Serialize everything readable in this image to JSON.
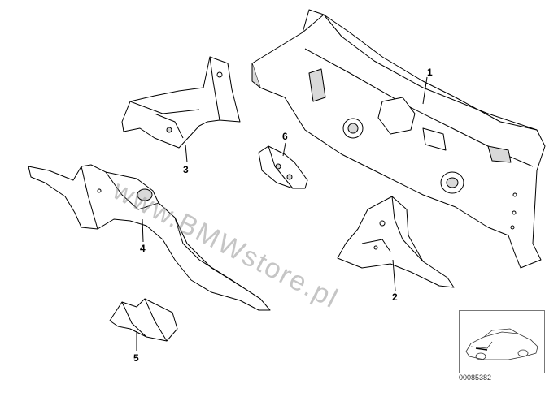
{
  "callouts": {
    "c1": "1",
    "c2": "2",
    "c3": "3",
    "c4": "4",
    "c5": "5",
    "c6": "6"
  },
  "watermark": "www.BMWstore.pl",
  "catalog_number": "00085382",
  "colors": {
    "line": "#000000",
    "fill": "#ffffff",
    "shade": "#d9d9d9",
    "watermark": "#969696"
  }
}
